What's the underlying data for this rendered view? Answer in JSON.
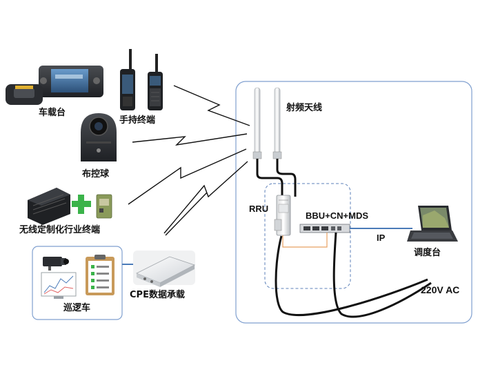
{
  "labels": {
    "vehicle_terminal": "车载台",
    "handheld_terminal": "手持终端",
    "deploy_ball": "布控球",
    "wireless_terminal": "无线定制化行业终端",
    "patrol_car": "巡逻车",
    "cpe": "CPE数据承载",
    "antenna": "射频天线",
    "rru": "RRU",
    "bbu": "BBU+CN+MDS",
    "ip": "IP",
    "dispatch": "调度台",
    "power": "220V AC"
  },
  "colors": {
    "box_border": "#7f9fcf",
    "dashed_border": "#5b7fb8",
    "cable": "#111111",
    "orange_line": "#e8a060",
    "blue_line": "#4a7ab8",
    "plus_green": "#3bb34a"
  }
}
